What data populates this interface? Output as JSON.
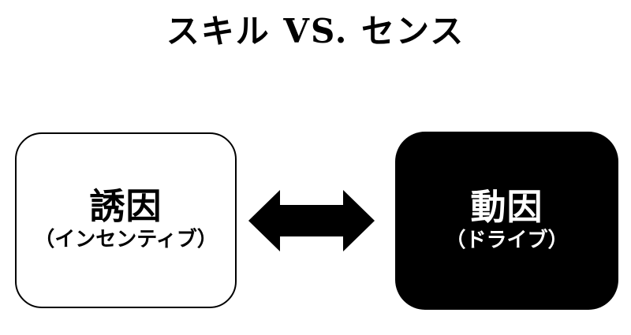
{
  "page": {
    "background_color": "#ffffff"
  },
  "title": {
    "text": "スキル VS. センス"
  },
  "diagram": {
    "left_box": {
      "label": "誘因",
      "sublabel": "（インセンティブ）",
      "fill_color": "#ffffff",
      "border_color": "#000000",
      "text_color": "#000000"
    },
    "arrow": {
      "icon": "double-headed-horizontal-arrow",
      "color": "#000000"
    },
    "right_box": {
      "label": "動因",
      "sublabel": "（ドライブ）",
      "fill_color": "#000000",
      "text_color": "#ffffff"
    }
  }
}
